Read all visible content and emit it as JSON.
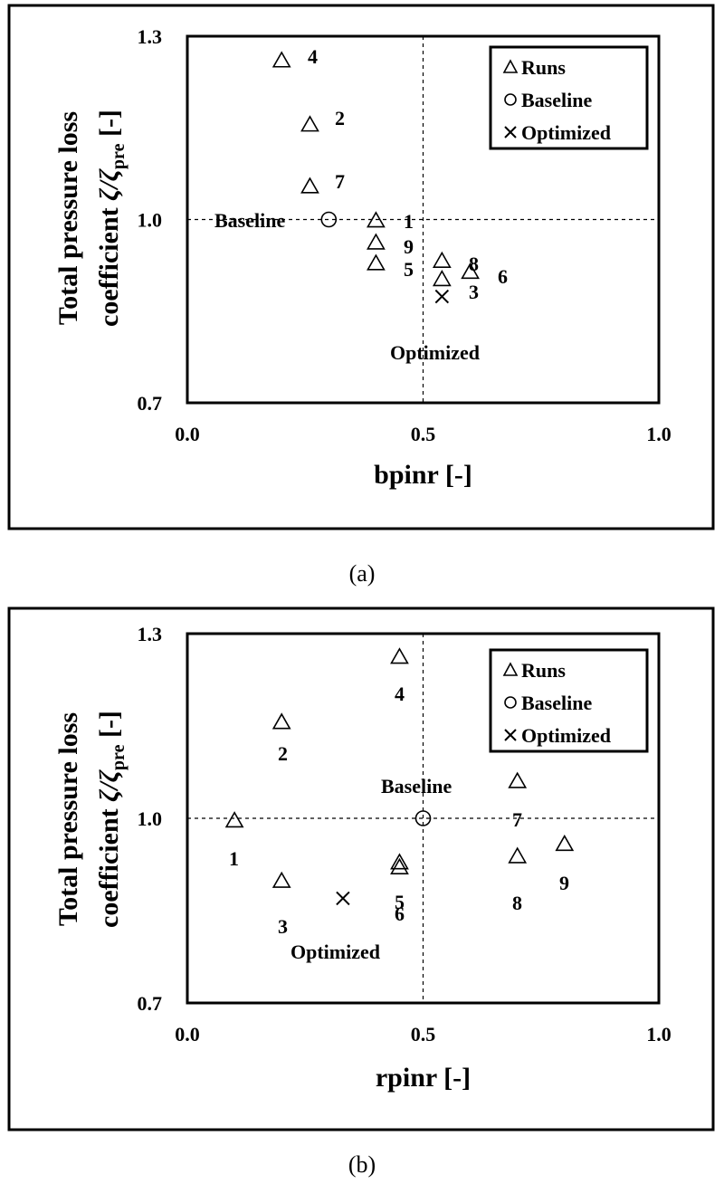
{
  "chart_data": [
    {
      "type": "scatter",
      "caption": "(a)",
      "xlabel": "bpinr [-]",
      "ylabel_line1": "Total pressure loss",
      "ylabel_line2": "coefficient",
      "ylabel_symbol": "ζ/ζ",
      "ylabel_sub": "pre",
      "ylabel_unit": "[-]",
      "xlim": [
        0.0,
        1.0
      ],
      "ylim": [
        0.7,
        1.3
      ],
      "xticks": [
        "0.0",
        "0.5",
        "1.0"
      ],
      "yticks": [
        "0.7",
        "1.0",
        "1.3"
      ],
      "reference_lines": {
        "x": 0.5,
        "y": 1.0
      },
      "legend": {
        "position": "top-right",
        "entries": [
          "Runs",
          "Baseline",
          "Optimized"
        ]
      },
      "series": [
        {
          "name": "Runs",
          "marker": "triangle",
          "points": [
            {
              "label": "1",
              "x": 0.4,
              "y": 0.998
            },
            {
              "label": "2",
              "x": 0.26,
              "y": 1.155
            },
            {
              "label": "3",
              "x": 0.54,
              "y": 0.902
            },
            {
              "label": "4",
              "x": 0.2,
              "y": 1.26
            },
            {
              "label": "5",
              "x": 0.4,
              "y": 0.928
            },
            {
              "label": "6",
              "x": 0.6,
              "y": 0.914
            },
            {
              "label": "7",
              "x": 0.26,
              "y": 1.054
            },
            {
              "label": "8",
              "x": 0.54,
              "y": 0.932
            },
            {
              "label": "9",
              "x": 0.4,
              "y": 0.962
            }
          ]
        },
        {
          "name": "Baseline",
          "marker": "circle",
          "points": [
            {
              "label": "Baseline",
              "x": 0.3,
              "y": 1.0
            }
          ]
        },
        {
          "name": "Optimized",
          "marker": "cross",
          "points": [
            {
              "label": "Optimized",
              "x": 0.54,
              "y": 0.874
            }
          ]
        }
      ]
    },
    {
      "type": "scatter",
      "caption": "(b)",
      "xlabel": "rpinr [-]",
      "ylabel_line1": "Total pressure loss",
      "ylabel_line2": "coefficient",
      "ylabel_symbol": "ζ/ζ",
      "ylabel_sub": "pre",
      "ylabel_unit": "[-]",
      "xlim": [
        0.0,
        1.0
      ],
      "ylim": [
        0.7,
        1.3
      ],
      "xticks": [
        "0.0",
        "0.5",
        "1.0"
      ],
      "yticks": [
        "0.7",
        "1.0",
        "1.3"
      ],
      "reference_lines": {
        "x": 0.5,
        "y": 1.0
      },
      "legend": {
        "position": "top-right",
        "entries": [
          "Runs",
          "Baseline",
          "Optimized"
        ]
      },
      "series": [
        {
          "name": "Runs",
          "marker": "triangle",
          "points": [
            {
              "label": "1",
              "x": 0.1,
              "y": 0.996
            },
            {
              "label": "2",
              "x": 0.2,
              "y": 1.156
            },
            {
              "label": "3",
              "x": 0.2,
              "y": 0.898
            },
            {
              "label": "4",
              "x": 0.45,
              "y": 1.262
            },
            {
              "label": "5",
              "x": 0.45,
              "y": 0.928
            },
            {
              "label": "6",
              "x": 0.45,
              "y": 0.92
            },
            {
              "label": "7",
              "x": 0.7,
              "y": 1.06
            },
            {
              "label": "8",
              "x": 0.7,
              "y": 0.938
            },
            {
              "label": "9",
              "x": 0.8,
              "y": 0.958
            }
          ]
        },
        {
          "name": "Baseline",
          "marker": "circle",
          "points": [
            {
              "label": "Baseline",
              "x": 0.5,
              "y": 1.0
            }
          ]
        },
        {
          "name": "Optimized",
          "marker": "cross",
          "points": [
            {
              "label": "Optimized",
              "x": 0.33,
              "y": 0.87
            }
          ]
        }
      ]
    }
  ]
}
